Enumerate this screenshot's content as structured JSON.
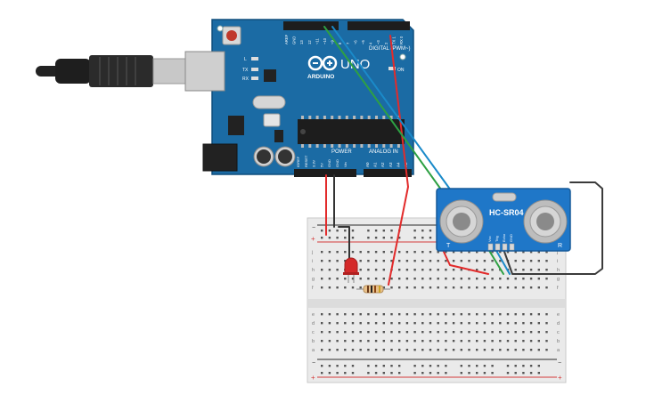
{
  "board": {
    "name": "UNO",
    "brand": "ARDUINO",
    "digital_header": "DIGITAL (PWM~)",
    "power_header": "POWER",
    "analog_header": "ANALOG IN",
    "on_label": "ON",
    "l_label": "L",
    "tx_label": "TX",
    "rx_label": "RX",
    "top_pin_labels": [
      "AREF",
      "GND",
      "13",
      "12",
      "~11",
      "~10",
      "~9",
      "8",
      "7",
      "~6",
      "~5",
      "4",
      "~3",
      "2",
      "TX 1",
      "RX 0"
    ],
    "power_pin_labels": [
      "IOREF",
      "RESET",
      "3.3V",
      "5V",
      "GND",
      "GND",
      "Vin"
    ],
    "analog_pin_labels": [
      "A0",
      "A1",
      "A2",
      "A3",
      "A4",
      "A5"
    ],
    "color": "#1b6ba4"
  },
  "sensor": {
    "model": "HC-SR04",
    "left_mark": "T",
    "right_mark": "R",
    "pin_labels": [
      "Vcc",
      "Trig",
      "Echo",
      "GND"
    ],
    "color": "#1f77c8"
  },
  "breadboard": {
    "row_letters_top": [
      "j",
      "i",
      "h",
      "g",
      "f"
    ],
    "row_letters_bottom": [
      "e",
      "d",
      "c",
      "b",
      "a"
    ],
    "rail_minus": "−",
    "rail_plus": "+",
    "column_count": 30
  },
  "components": {
    "led_color": "#d42a2a",
    "resistor_color": "#e8c08a"
  },
  "wires": {
    "red": "#e22b2b",
    "black": "#333333",
    "green": "#2ea043",
    "blue": "#1a8ac9",
    "dark": "#3b3b3b"
  }
}
